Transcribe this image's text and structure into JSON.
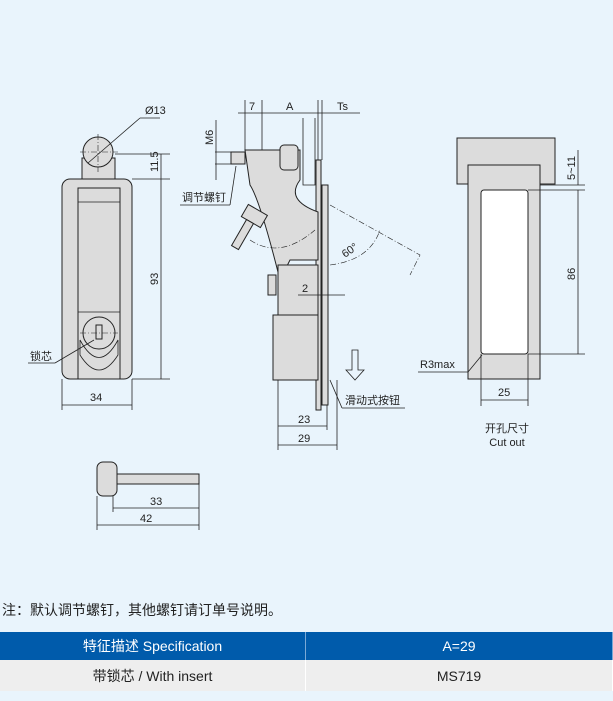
{
  "drawing": {
    "front": {
      "dia_label": "Ø13",
      "dim_top": "11.5",
      "dim_height": "93",
      "dim_width": "34",
      "lock_label": "锁芯"
    },
    "side": {
      "dim_7": "7",
      "dim_a": "A",
      "dim_ts": "Ts",
      "dim_m6": "M6",
      "screw_label": "调节螺钉",
      "angle": "60°",
      "dim_2": "2",
      "button_label": "滑动式按钮",
      "dim_23": "23",
      "dim_29": "29"
    },
    "screw": {
      "dim_33": "33",
      "dim_42": "42"
    },
    "cutout": {
      "dim_gap": "5~11",
      "dim_height": "86",
      "radius": "R3max",
      "dim_width": "25",
      "title_cn": "开孔尺寸",
      "title_en": "Cut out"
    }
  },
  "note": "注：默认调节螺钉，其他螺钉请订单号说明。",
  "table": {
    "headers": [
      "特征描述 Specification",
      "A=29"
    ],
    "rows": [
      [
        "带锁芯 / With insert",
        "MS719"
      ]
    ]
  },
  "colors": {
    "background": "#e9f4fc",
    "header": "#005bab",
    "row": "#eeeeee"
  }
}
